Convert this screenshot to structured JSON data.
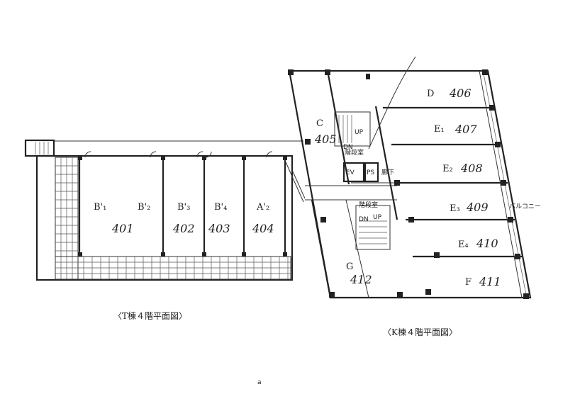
{
  "t_building": {
    "caption": "〈T棟４階平面図〉",
    "rooms": [
      {
        "sub": "B'₁",
        "sub2": "B'₂",
        "no": "401"
      },
      {
        "sub": "B'₃",
        "no": "402"
      },
      {
        "sub": "B'₄",
        "no": "403"
      },
      {
        "sub": "A'₂",
        "no": "404"
      }
    ]
  },
  "k_building": {
    "caption": "〈K棟４階平面図〉",
    "rooms": [
      {
        "sub": "D",
        "no": "406"
      },
      {
        "sub": "C",
        "no": "405"
      },
      {
        "sub": "E₁",
        "no": "407"
      },
      {
        "sub": "E₂",
        "no": "408"
      },
      {
        "sub": "E₃",
        "no": "409"
      },
      {
        "sub": "E₄",
        "no": "410"
      },
      {
        "sub": "G",
        "no": "412"
      },
      {
        "sub": "F",
        "no": "411"
      }
    ],
    "stair_upper": "階段室",
    "stair_lower": "階段室",
    "ev": "EV",
    "ps": "PS",
    "corridor": "廊下",
    "balcony": "バルコニー",
    "up1": "UP",
    "dn1": "DN",
    "up2": "UP",
    "dn2": "DN"
  },
  "footer_mark": "a"
}
